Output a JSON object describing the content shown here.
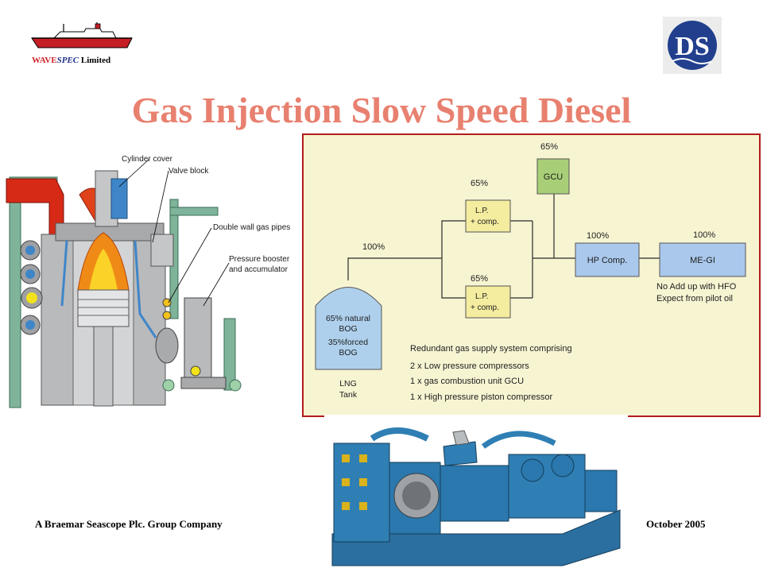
{
  "header": {
    "title": "Gas Injection Slow Speed Diesel",
    "brand_wave": "WAVE",
    "brand_spec": "SPEC",
    "brand_rest": " Limited",
    "ds_logo_letters": "DS"
  },
  "engine_diagram": {
    "labels": {
      "cylinder_cover": "Cylinder cover",
      "valve_block": "Valve block",
      "gas_pipes": "Double wall gas pipes",
      "booster_1": "Pressure booster",
      "booster_2": "and accumulator"
    }
  },
  "schematic": {
    "gcu_pct": "65%",
    "gcu": "GCU",
    "lp_top_pct": "65%",
    "lp_bottom_pct": "65%",
    "lp_line1": "L.P.",
    "lp_line2": "+ comp.",
    "tank_pct": "100%",
    "hp_pct": "100%",
    "hp": "HP Comp.",
    "megi_pct": "100%",
    "megi": "ME-GI",
    "megi_note_1": "No Add up with HFO",
    "megi_note_2": "Expect from pilot oil",
    "tank_line1": "65% natural",
    "tank_line2": "BOG",
    "tank_line3": "35%forced",
    "tank_line4": "BOG",
    "tank_name_1": "LNG",
    "tank_name_2": "Tank",
    "notes": [
      "Redundant gas supply system comprising",
      "2 x Low pressure compressors",
      "1 x gas combustion unit GCU",
      "1 x High pressure piston compressor"
    ]
  },
  "footer": {
    "left": "A Braemar Seascope Plc. Group Company",
    "right": "October 2005"
  },
  "colors": {
    "title": "#e8806f",
    "schematic_bg": "#f7f4d2",
    "schematic_border": "#b31b1b",
    "gcu": "#a8cf77",
    "lp": "#f4ec9f",
    "hp": "#aac8ec",
    "tank": "#aed0ec",
    "machine": "#2a78ad"
  }
}
